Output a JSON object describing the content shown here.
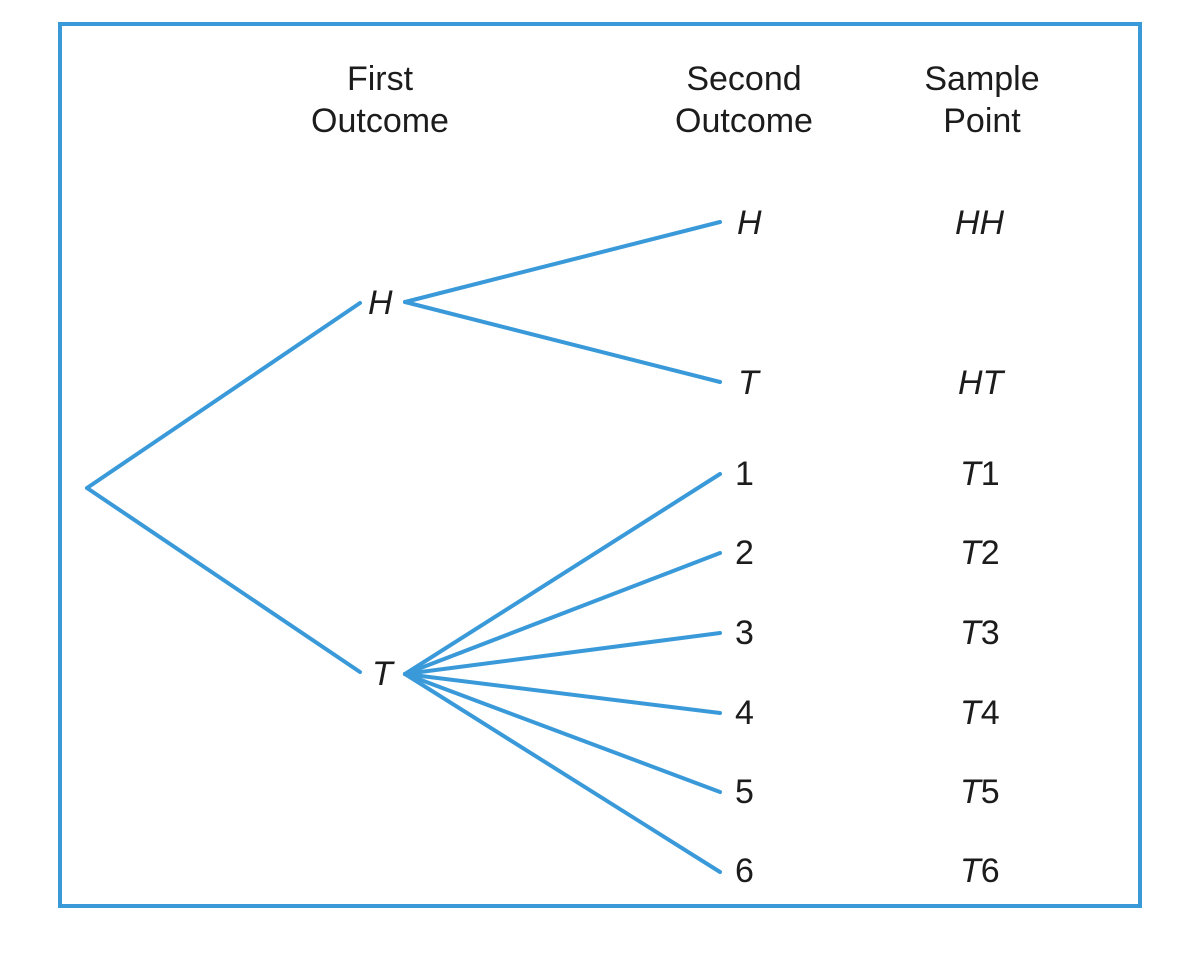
{
  "headers": {
    "first_outcome": [
      "First",
      "Outcome"
    ],
    "second_outcome": [
      "Second",
      "Outcome"
    ],
    "sample_point": [
      "Sample",
      "Point"
    ]
  },
  "tree": {
    "first_level": [
      {
        "label": "H",
        "second_level": [
          {
            "label": "H",
            "sample_point": "HH"
          },
          {
            "label": "T",
            "sample_point": "HT"
          }
        ]
      },
      {
        "label": "T",
        "second_level": [
          {
            "label": "1",
            "sample_point_prefix": "T",
            "sample_point_suffix": "1"
          },
          {
            "label": "2",
            "sample_point_prefix": "T",
            "sample_point_suffix": "2"
          },
          {
            "label": "3",
            "sample_point_prefix": "T",
            "sample_point_suffix": "3"
          },
          {
            "label": "4",
            "sample_point_prefix": "T",
            "sample_point_suffix": "4"
          },
          {
            "label": "5",
            "sample_point_prefix": "T",
            "sample_point_suffix": "5"
          },
          {
            "label": "6",
            "sample_point_prefix": "T",
            "sample_point_suffix": "6"
          }
        ]
      }
    ]
  },
  "colors": {
    "branch": "#3a9ad9",
    "frame": "#3a9ad9",
    "text": "#1c1c1c"
  }
}
